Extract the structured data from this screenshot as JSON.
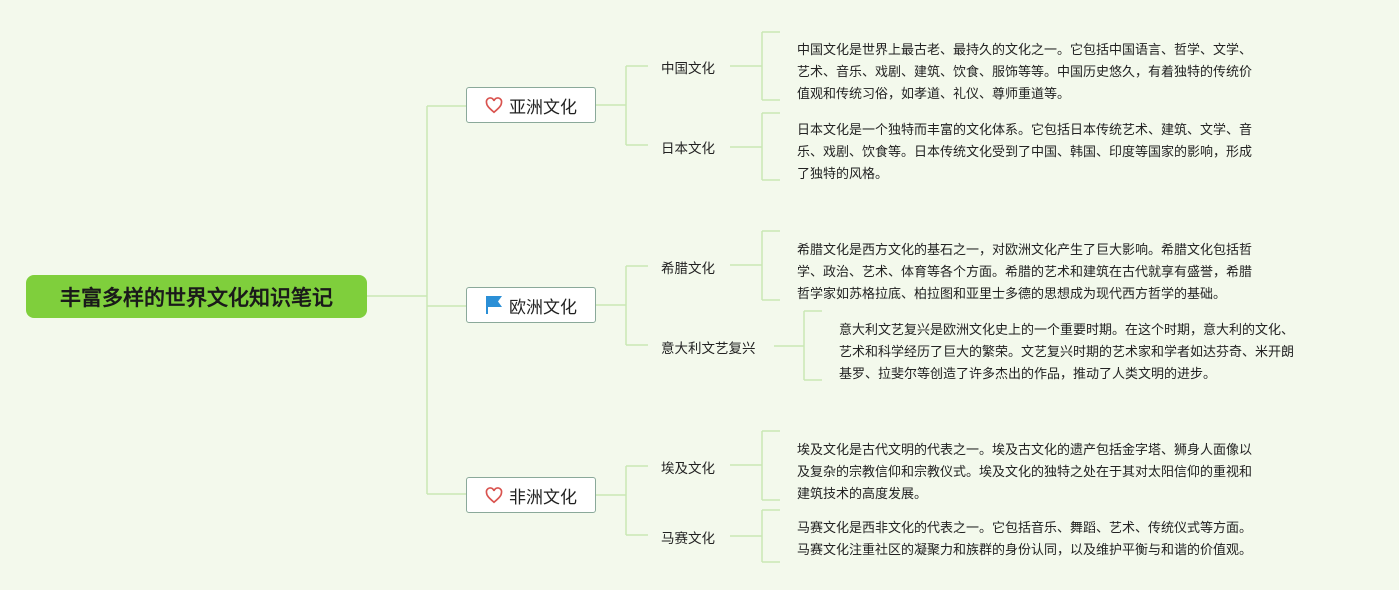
{
  "root": {
    "title": "丰富多样的世界文化知识笔记"
  },
  "colors": {
    "line": "#c9e7b4",
    "root_bg": "#7fcf3c",
    "heart": "#d9534f",
    "flag": "#2b8fd6"
  },
  "branches": [
    {
      "label": "亚洲文化",
      "icon": "heart-icon",
      "children": [
        {
          "label": "中国文化",
          "desc": [
            "中国文化是世界上最古老、最持久的文化之一。它包括中国语言、哲学、文学、",
            "艺术、音乐、戏剧、建筑、饮食、服饰等等。中国历史悠久，有着独特的传统价",
            "值观和传统习俗，如孝道、礼仪、尊师重道等。"
          ]
        },
        {
          "label": "日本文化",
          "desc": [
            "日本文化是一个独特而丰富的文化体系。它包括日本传统艺术、建筑、文学、音",
            "乐、戏剧、饮食等。日本传统文化受到了中国、韩国、印度等国家的影响，形成",
            "了独特的风格。"
          ]
        }
      ]
    },
    {
      "label": "欧洲文化",
      "icon": "flag-icon",
      "children": [
        {
          "label": "希腊文化",
          "desc": [
            "希腊文化是西方文化的基石之一，对欧洲文化产生了巨大影响。希腊文化包括哲",
            "学、政治、艺术、体育等各个方面。希腊的艺术和建筑在古代就享有盛誉，希腊",
            "哲学家如苏格拉底、柏拉图和亚里士多德的思想成为现代西方哲学的基础。"
          ]
        },
        {
          "label": "意大利文艺复兴",
          "desc": [
            "意大利文艺复兴是欧洲文化史上的一个重要时期。在这个时期，意大利的文化、",
            "艺术和科学经历了巨大的繁荣。文艺复兴时期的艺术家和学者如达芬奇、米开朗",
            "基罗、拉斐尔等创造了许多杰出的作品，推动了人类文明的进步。"
          ]
        }
      ]
    },
    {
      "label": "非洲文化",
      "icon": "heart-icon",
      "children": [
        {
          "label": "埃及文化",
          "desc": [
            "埃及文化是古代文明的代表之一。埃及古文化的遗产包括金字塔、狮身人面像以",
            "及复杂的宗教信仰和宗教仪式。埃及文化的独特之处在于其对太阳信仰的重视和",
            "建筑技术的高度发展。"
          ]
        },
        {
          "label": "马赛文化",
          "desc": [
            "马赛文化是西非文化的代表之一。它包括音乐、舞蹈、艺术、传统仪式等方面。",
            "马赛文化注重社区的凝聚力和族群的身份认同，以及维护平衡与和谐的价值观。"
          ]
        }
      ]
    }
  ]
}
